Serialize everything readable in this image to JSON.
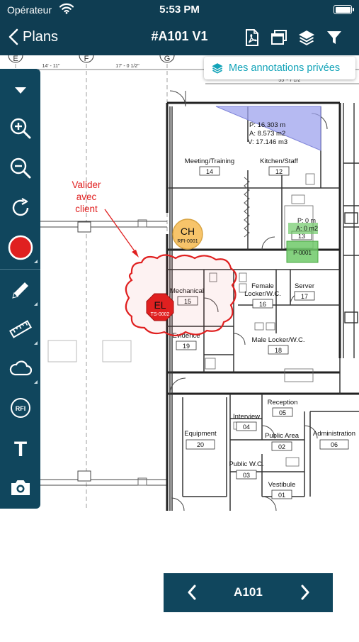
{
  "status_bar": {
    "carrier": "Opérateur",
    "time": "5:53 PM"
  },
  "nav": {
    "back_label": "Plans",
    "title": "#A101 V1"
  },
  "annotations_toggle": {
    "label": "Mes annotations privées"
  },
  "colors": {
    "primary": "#0f3d52",
    "toolbar": "#10465d",
    "accent": "#12a3b8",
    "markup_red": "#e02020",
    "rfi_fill": "#f7c46a",
    "measure_fill": "#9ea3ee",
    "pin_green": "#6fc968"
  },
  "toolbar": {
    "tools": [
      "collapse-arrow-icon",
      "zoom-in-icon",
      "zoom-out-icon",
      "rotate-icon",
      "color-swatch",
      "pencil-icon",
      "ruler-icon",
      "cloud-icon",
      "rfi-icon",
      "text-icon",
      "camera-icon"
    ],
    "rfi_label": "RFI",
    "text_label": "T"
  },
  "drawing": {
    "grid_labels": [
      "E",
      "F",
      "G"
    ],
    "dims": [
      "14' - 11\"",
      "17' - 0 1/2\"",
      "55' - 7 1/2\""
    ],
    "rooms": [
      {
        "name": "Meeting/Training",
        "number": "14"
      },
      {
        "name": "Kitchen/Staff",
        "number": "12"
      },
      {
        "name": "Mechanical",
        "number": "15"
      },
      {
        "name": "Female",
        "name2": "Locker/W.C.",
        "number": "16"
      },
      {
        "name": "Server",
        "number": "17"
      },
      {
        "name": "Evidence",
        "number": "19"
      },
      {
        "name": "Male Locker/W.C.",
        "number": "18"
      },
      {
        "name": "Reception",
        "number": "05"
      },
      {
        "name": "Interview",
        "number": "04"
      },
      {
        "name": "Equipment",
        "number": "20"
      },
      {
        "name": "Public Area",
        "number": "02"
      },
      {
        "name": "Administration",
        "number": "06"
      },
      {
        "name": "Public W.C.",
        "number": "03"
      },
      {
        "name": "Vestibule",
        "number": "01"
      },
      {
        "name": "",
        "number": "13"
      }
    ],
    "measurement": {
      "perimeter": "P: 16.303 m",
      "area": "A: 8.573 m2",
      "volume": "V: 17.146 m3"
    },
    "small_measure": {
      "p": "P: 0 m",
      "a": "A: 0 m2"
    },
    "cloud_note": {
      "line1": "Valider",
      "line2": "avec",
      "line3": "client"
    },
    "rfi_pin": {
      "code": "CH",
      "id": "RFI-0001"
    },
    "task_pin": {
      "code": "EL",
      "id": "TS-0002"
    },
    "punch_pin": {
      "id": "P-0001"
    }
  },
  "pager": {
    "label": "A101"
  }
}
